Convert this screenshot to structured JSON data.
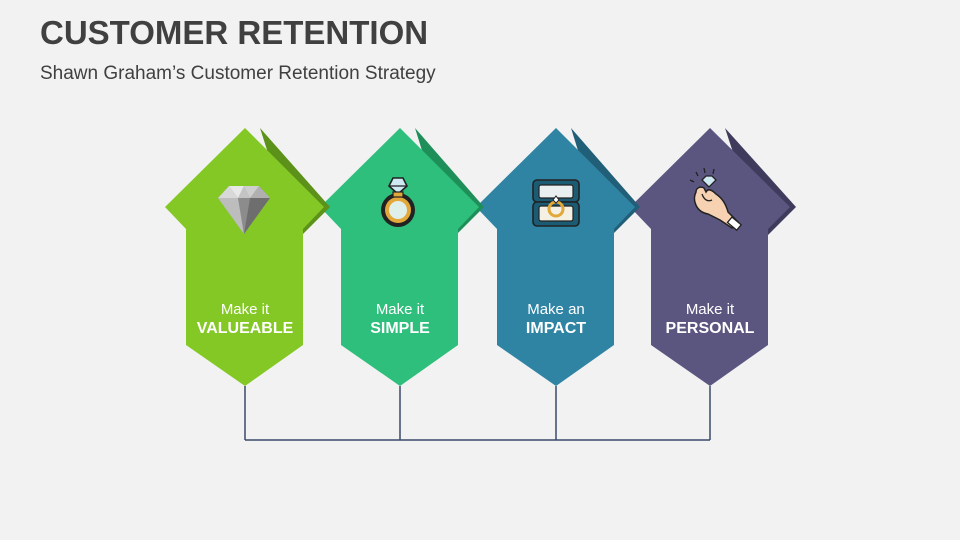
{
  "slide": {
    "title": "CUSTOMER RETENTION",
    "subtitle": "Shawn Graham’s Customer Retention Strategy"
  },
  "cards": [
    {
      "line1": "Make it",
      "line2": "VALUEABLE",
      "color": "#84c825",
      "shadow": "#5c9219",
      "icon": "diamond-icon"
    },
    {
      "line1": "Make it",
      "line2": "SIMPLE",
      "color": "#2dbf7b",
      "shadow": "#1f8f5a",
      "icon": "ring-icon"
    },
    {
      "line1": "Make an",
      "line2": "IMPACT",
      "color": "#2f84a4",
      "shadow": "#215e77",
      "icon": "ring-box-icon"
    },
    {
      "line1": "Make it",
      "line2": "PERSONAL",
      "color": "#5b5680",
      "shadow": "#3f3b5c",
      "icon": "hand-holding-diamond-icon"
    }
  ],
  "connector_color": "#3a4a6a"
}
